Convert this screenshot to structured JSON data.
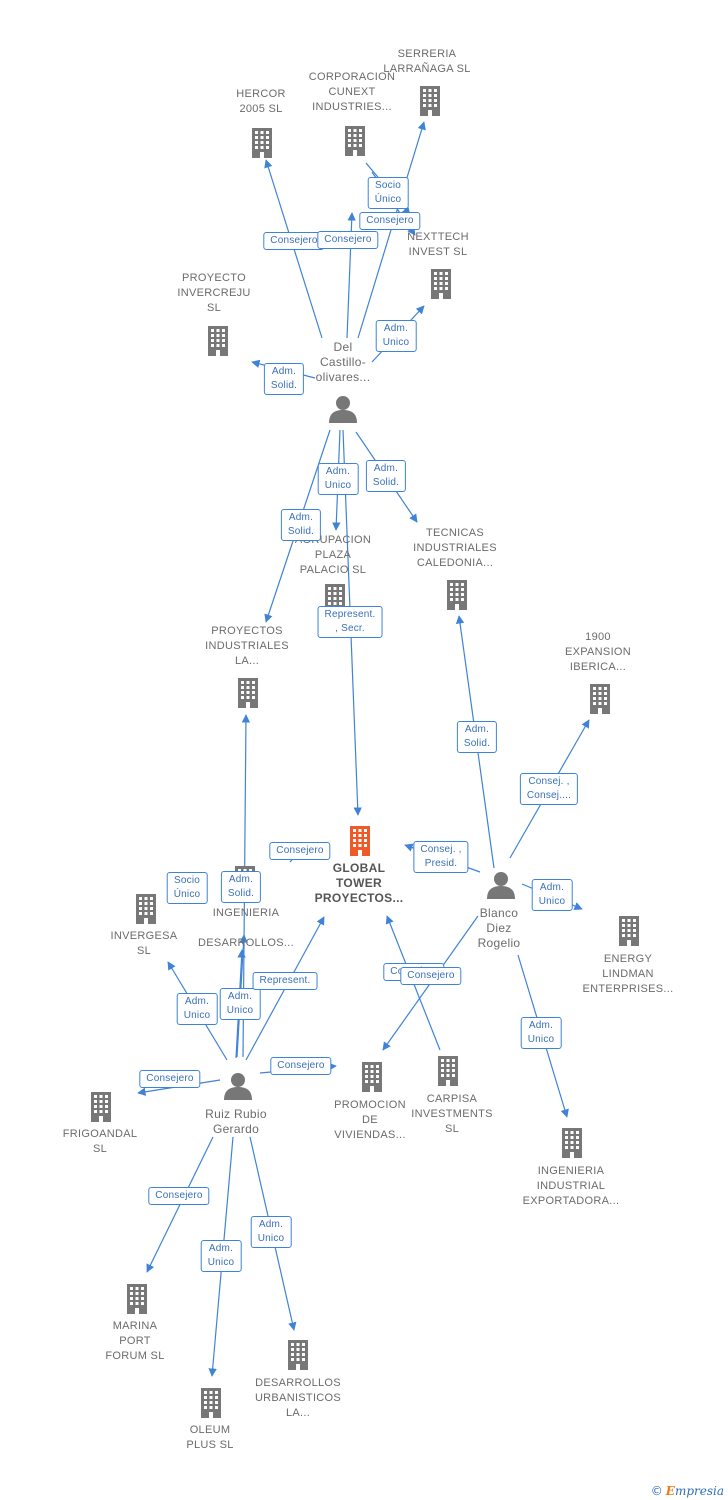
{
  "colors": {
    "edge": "#3f83d6",
    "node_icon": "#777777",
    "main_icon": "#f05a28",
    "label_text": "#6b6b6b"
  },
  "brand": {
    "copyright": "©",
    "initial": "E",
    "rest": "mpresia"
  },
  "nodes": {
    "serreria": {
      "label": "SERRERIA\nLARRAÑAGA SL",
      "kind": "company"
    },
    "corporacion": {
      "label": "CORPORACION\nCUNEXT\nINDUSTRIES...",
      "kind": "company"
    },
    "hercor": {
      "label": "HERCOR\n2005 SL",
      "kind": "company"
    },
    "nexttech": {
      "label": "NEXTTECH\nINVEST SL",
      "kind": "company"
    },
    "invercreju": {
      "label": "PROYECTO\nINVERCREJU\nSL",
      "kind": "company"
    },
    "delcastillo": {
      "label": "Del\nCastillo-\nolivares...",
      "kind": "person"
    },
    "agrupacion": {
      "label": "AGRUPACION\nPLAZA\nPALACIO SL",
      "kind": "company"
    },
    "tecnicas": {
      "label": "TECNICAS\nINDUSTRIALES\nCALEDONIA...",
      "kind": "company"
    },
    "proyectos_ind": {
      "label": "PROYECTOS\nINDUSTRIALES\nLA...",
      "kind": "company"
    },
    "expansion": {
      "label": "1900\nEXPANSION\nIBERICA...",
      "kind": "company"
    },
    "global": {
      "label": "GLOBAL\nTOWER\nPROYECTOS...",
      "kind": "main"
    },
    "ingenieria_des": {
      "label": "INGENIERIA\n\nDESARROLLOS...",
      "kind": "company"
    },
    "invergesa": {
      "label": "INVERGESA\nSL",
      "kind": "company"
    },
    "blanco": {
      "label": "Blanco\nDiez\nRogelio",
      "kind": "person"
    },
    "energy": {
      "label": "ENERGY\nLINDMAN\nENTERPRISES...",
      "kind": "company"
    },
    "frigoandal": {
      "label": "FRIGOANDAL\nSL",
      "kind": "company"
    },
    "ruiz": {
      "label": "Ruiz Rubio\nGerardo",
      "kind": "person"
    },
    "promocion": {
      "label": "PROMOCION\nDE\nVIVIENDAS...",
      "kind": "company"
    },
    "carpisa": {
      "label": "CARPISA\nINVESTMENTS\nSL",
      "kind": "company"
    },
    "ingenieria_exp": {
      "label": "INGENIERIA\nINDUSTRIAL\nEXPORTADORA...",
      "kind": "company"
    },
    "marina": {
      "label": "MARINA\nPORT\nFORUM SL",
      "kind": "company"
    },
    "oleum": {
      "label": "OLEUM\nPLUS SL",
      "kind": "company"
    },
    "desarrollos_urb": {
      "label": "DESARROLLOS\nURBANISTICOS\nLA...",
      "kind": "company"
    }
  },
  "edges": [
    {
      "from": "delcastillo",
      "to": "hercor",
      "label": "Consejero"
    },
    {
      "from": "delcastillo",
      "to": "corporacion",
      "label": "Consejero"
    },
    {
      "from": "corporacion",
      "to": "nexttech",
      "label": "Socio\nÚnico"
    },
    {
      "from": "corporacion",
      "to": "nexttech",
      "label": "Consejero"
    },
    {
      "from": "delcastillo",
      "to": "serreria",
      "label": ""
    },
    {
      "from": "delcastillo",
      "to": "nexttech",
      "label": "Adm.\nUnico"
    },
    {
      "from": "delcastillo",
      "to": "invercreju",
      "label": "Adm.\nSolid."
    },
    {
      "from": "delcastillo",
      "to": "agrupacion",
      "label": "Adm.\nUnico"
    },
    {
      "from": "delcastillo",
      "to": "tecnicas",
      "label": "Adm.\nSolid."
    },
    {
      "from": "delcastillo",
      "to": "proyectos_ind",
      "label": "Adm.\nSolid."
    },
    {
      "from": "delcastillo",
      "to": "global",
      "label": "Represent.\n, Secr."
    },
    {
      "from": "blanco",
      "to": "tecnicas",
      "label": "Adm.\nSolid."
    },
    {
      "from": "blanco",
      "to": "expansion",
      "label": "Consej. ,\nConsej...."
    },
    {
      "from": "blanco",
      "to": "global",
      "label": "Consej. ,\nPresid."
    },
    {
      "from": "blanco",
      "to": "energy",
      "label": "Adm.\nUnico"
    },
    {
      "from": "blanco",
      "to": "promocion",
      "label": "Consejero"
    },
    {
      "from": "blanco",
      "to": "ingenieria_exp",
      "label": "Adm.\nUnico"
    },
    {
      "from": "carpisa",
      "to": "global",
      "label": "Consejero"
    },
    {
      "from": "ruiz",
      "to": "proyectos_ind",
      "label": "Adm.\nSolid."
    },
    {
      "from": "ruiz",
      "to": "ingenieria_des",
      "label": "Socio\nÚnico"
    },
    {
      "from": "ruiz",
      "to": "invergesa",
      "label": "Adm.\nUnico"
    },
    {
      "from": "ruiz",
      "to": "ingenieria_des",
      "label": "Adm.\nUnico"
    },
    {
      "from": "ruiz",
      "to": "global",
      "label": "Represent."
    },
    {
      "from": "ingenieria_des",
      "to": "global",
      "label": "Consejero"
    },
    {
      "from": "ruiz",
      "to": "frigoandal",
      "label": "Consejero"
    },
    {
      "from": "ruiz",
      "to": "promocion",
      "label": "Consejero"
    },
    {
      "from": "ruiz",
      "to": "marina",
      "label": "Consejero"
    },
    {
      "from": "ruiz",
      "to": "oleum",
      "label": "Adm.\nUnico"
    },
    {
      "from": "ruiz",
      "to": "desarrollos_urb",
      "label": "Adm.\nUnico"
    }
  ]
}
